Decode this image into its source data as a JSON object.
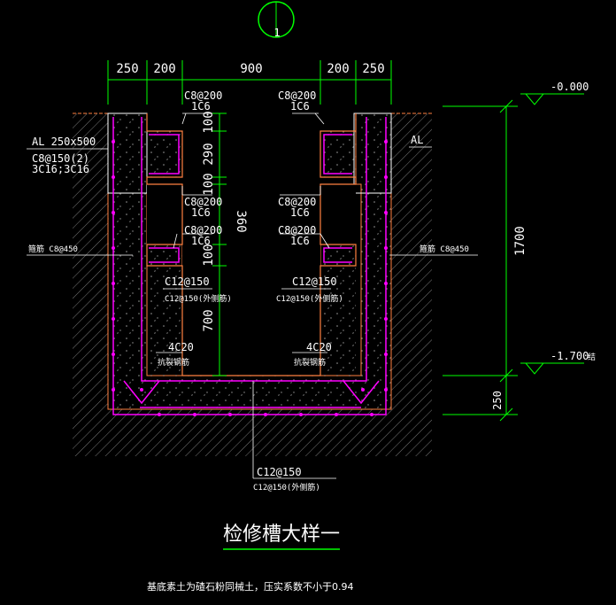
{
  "colors": {
    "background": "#000000",
    "dimension": "#00ff00",
    "text": "#ffffff",
    "rebar": "#ff00ff",
    "concrete_edge": "#ff8040",
    "hatch": "#808080",
    "leader": "#ffffff"
  },
  "axis_marker": {
    "label": "1"
  },
  "top_dimensions": [
    "250",
    "200",
    "900",
    "200",
    "250"
  ],
  "vertical_dimensions": {
    "d100a": "100",
    "d290": "290",
    "d100b": "100",
    "d360": "360",
    "d100c": "100",
    "d700": "700"
  },
  "rebar_labels": {
    "tl1_a": "C8@200",
    "tl1_b": "1C6",
    "tr1_a": "C8@200",
    "tr1_b": "1C6",
    "tl2_a": "C8@200",
    "tl2_b": "1C6",
    "tr2_a": "C8@200",
    "tr2_b": "1C6",
    "tl3_a": "C8@200",
    "tl3_b": "1C6",
    "tr3_a": "C8@200",
    "tr3_b": "1C6",
    "al_a": "AL 250x500",
    "al_b": "C8@150(2)",
    "al_c": "3C16;3C16",
    "al_right": "AL",
    "left_mid": "箍筋 C8@450",
    "right_mid": "箍筋 C8@450",
    "l_wall_a": "C12@150",
    "l_wall_b": "C12@150(外侧筋)",
    "r_wall_a": "C12@150",
    "r_wall_b": "C12@150(外侧筋)",
    "l_bottom": "4C20",
    "r_bottom": "4C20",
    "l_bottom_small": "抗裂钢筋",
    "r_bottom_small": "抗裂钢筋",
    "base_a": "C12@150",
    "base_b": "C12@150(外侧筋)"
  },
  "elevations": {
    "top": "-0.000",
    "bottom": "-1.700",
    "bottom_suffix": "结",
    "depth": "1700",
    "slab": "250"
  },
  "title": "检修槽大样一",
  "note": "基底素土为碴石粉同械土，压实系数不小于0.94"
}
